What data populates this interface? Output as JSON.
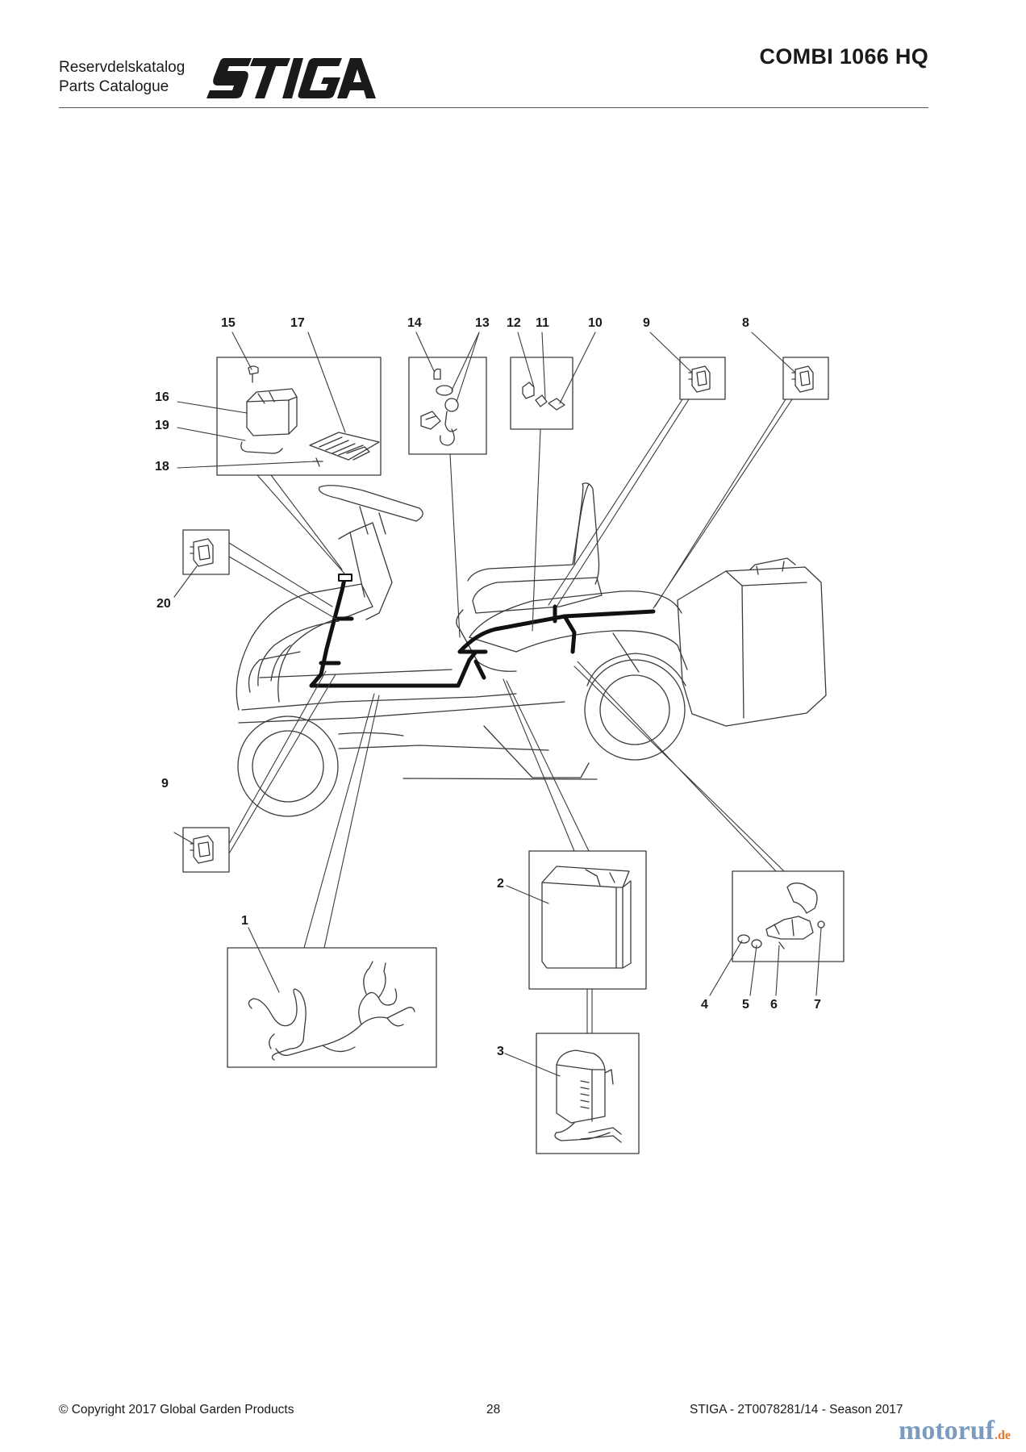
{
  "header": {
    "catalog_sv": "Reservdelskatalog",
    "catalog_en": "Parts Catalogue",
    "brand": "STIGA",
    "model": "COMBI 1066 HQ"
  },
  "callouts": {
    "n15": "15",
    "n17": "17",
    "n14": "14",
    "n13": "13",
    "n12": "12",
    "n11": "11",
    "n10": "10",
    "n9a": "9",
    "n8": "8",
    "n16": "16",
    "n19": "19",
    "n18": "18",
    "n20": "20",
    "n9b": "9",
    "n1": "1",
    "n2": "2",
    "n3": "3",
    "n4": "4",
    "n5": "5",
    "n6": "6",
    "n7": "7"
  },
  "footer": {
    "copyright": "© Copyright 2017 Global Garden Products",
    "page": "28",
    "doc": "STIGA - 2T0078281/14 - Season 2017"
  },
  "watermark": {
    "name": "motoruf",
    "domain": ".de"
  },
  "colors": {
    "text": "#1a1a1a",
    "line": "#333333",
    "watermark_blue": "#7b9bbf",
    "watermark_orange": "#e07a2e"
  }
}
